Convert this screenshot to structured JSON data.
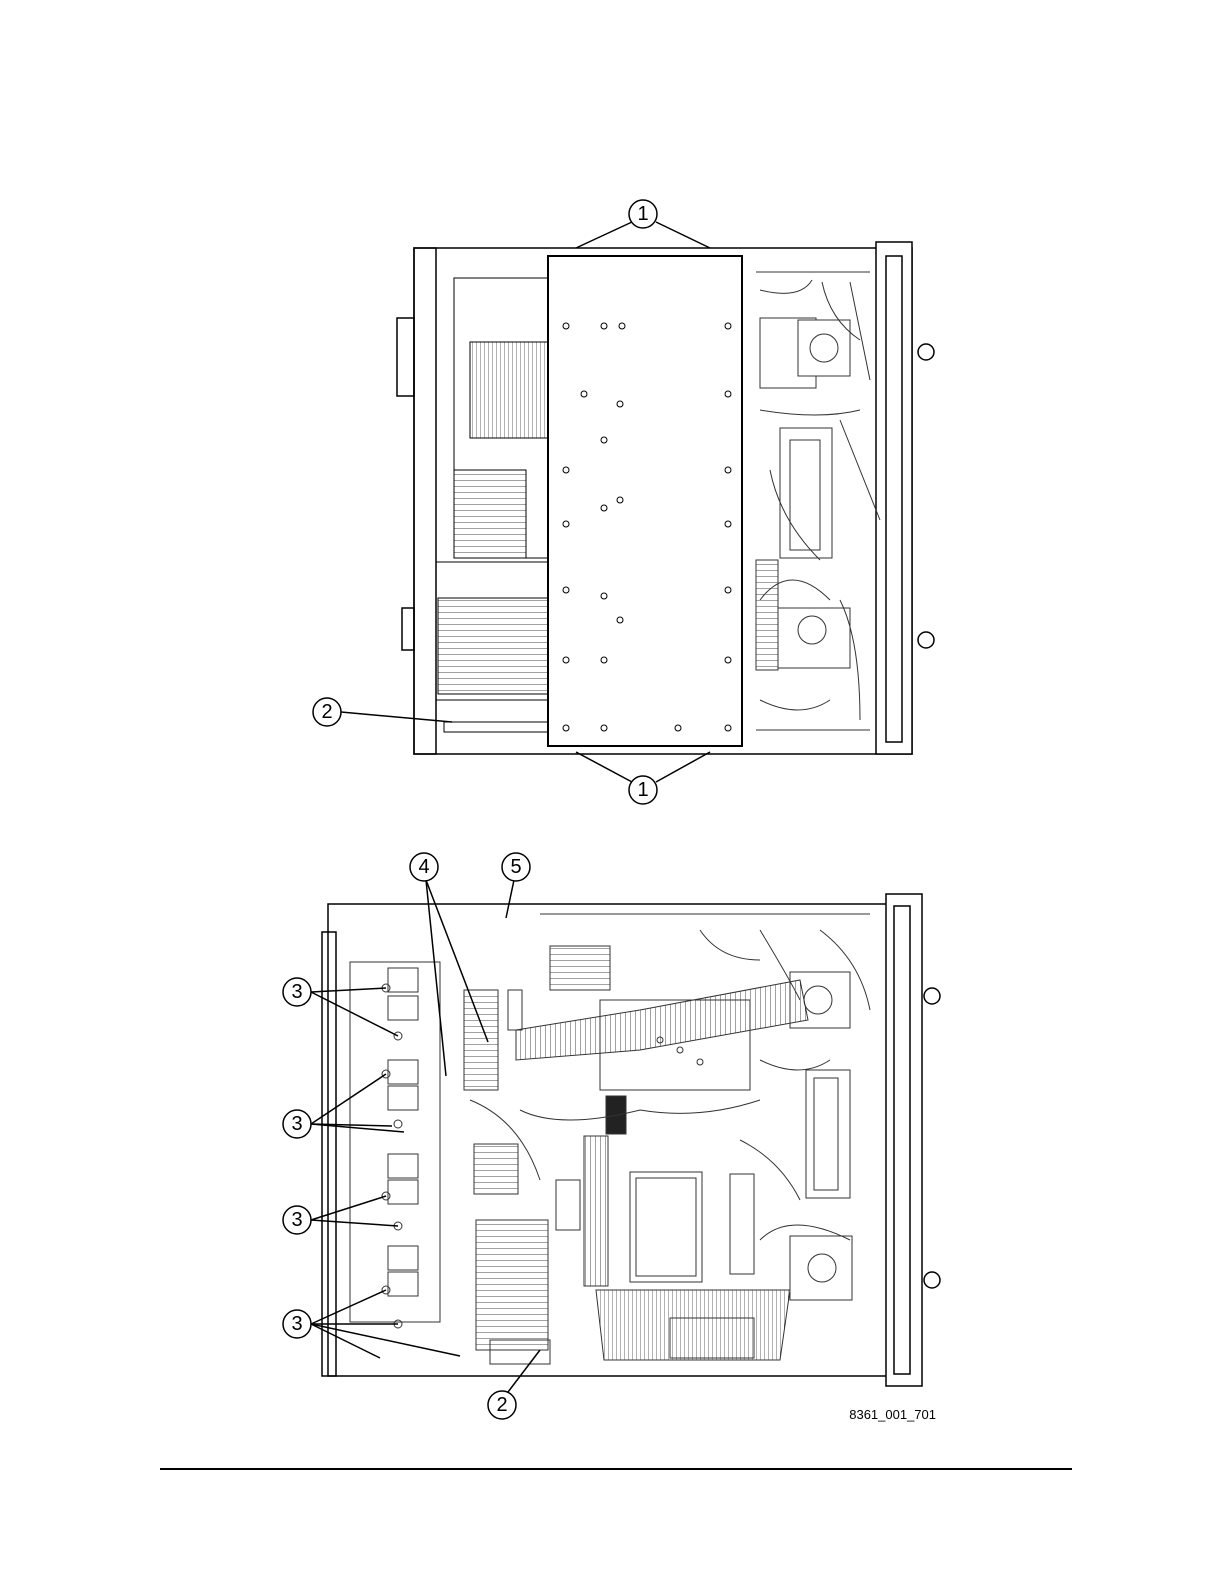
{
  "figure": {
    "id": "8361_001_701",
    "callouts": [
      "1",
      "1",
      "2",
      "2",
      "3",
      "3",
      "3",
      "3",
      "4",
      "5"
    ]
  },
  "colors": {
    "line": "#000000",
    "background": "#ffffff",
    "detail": "#555555"
  }
}
